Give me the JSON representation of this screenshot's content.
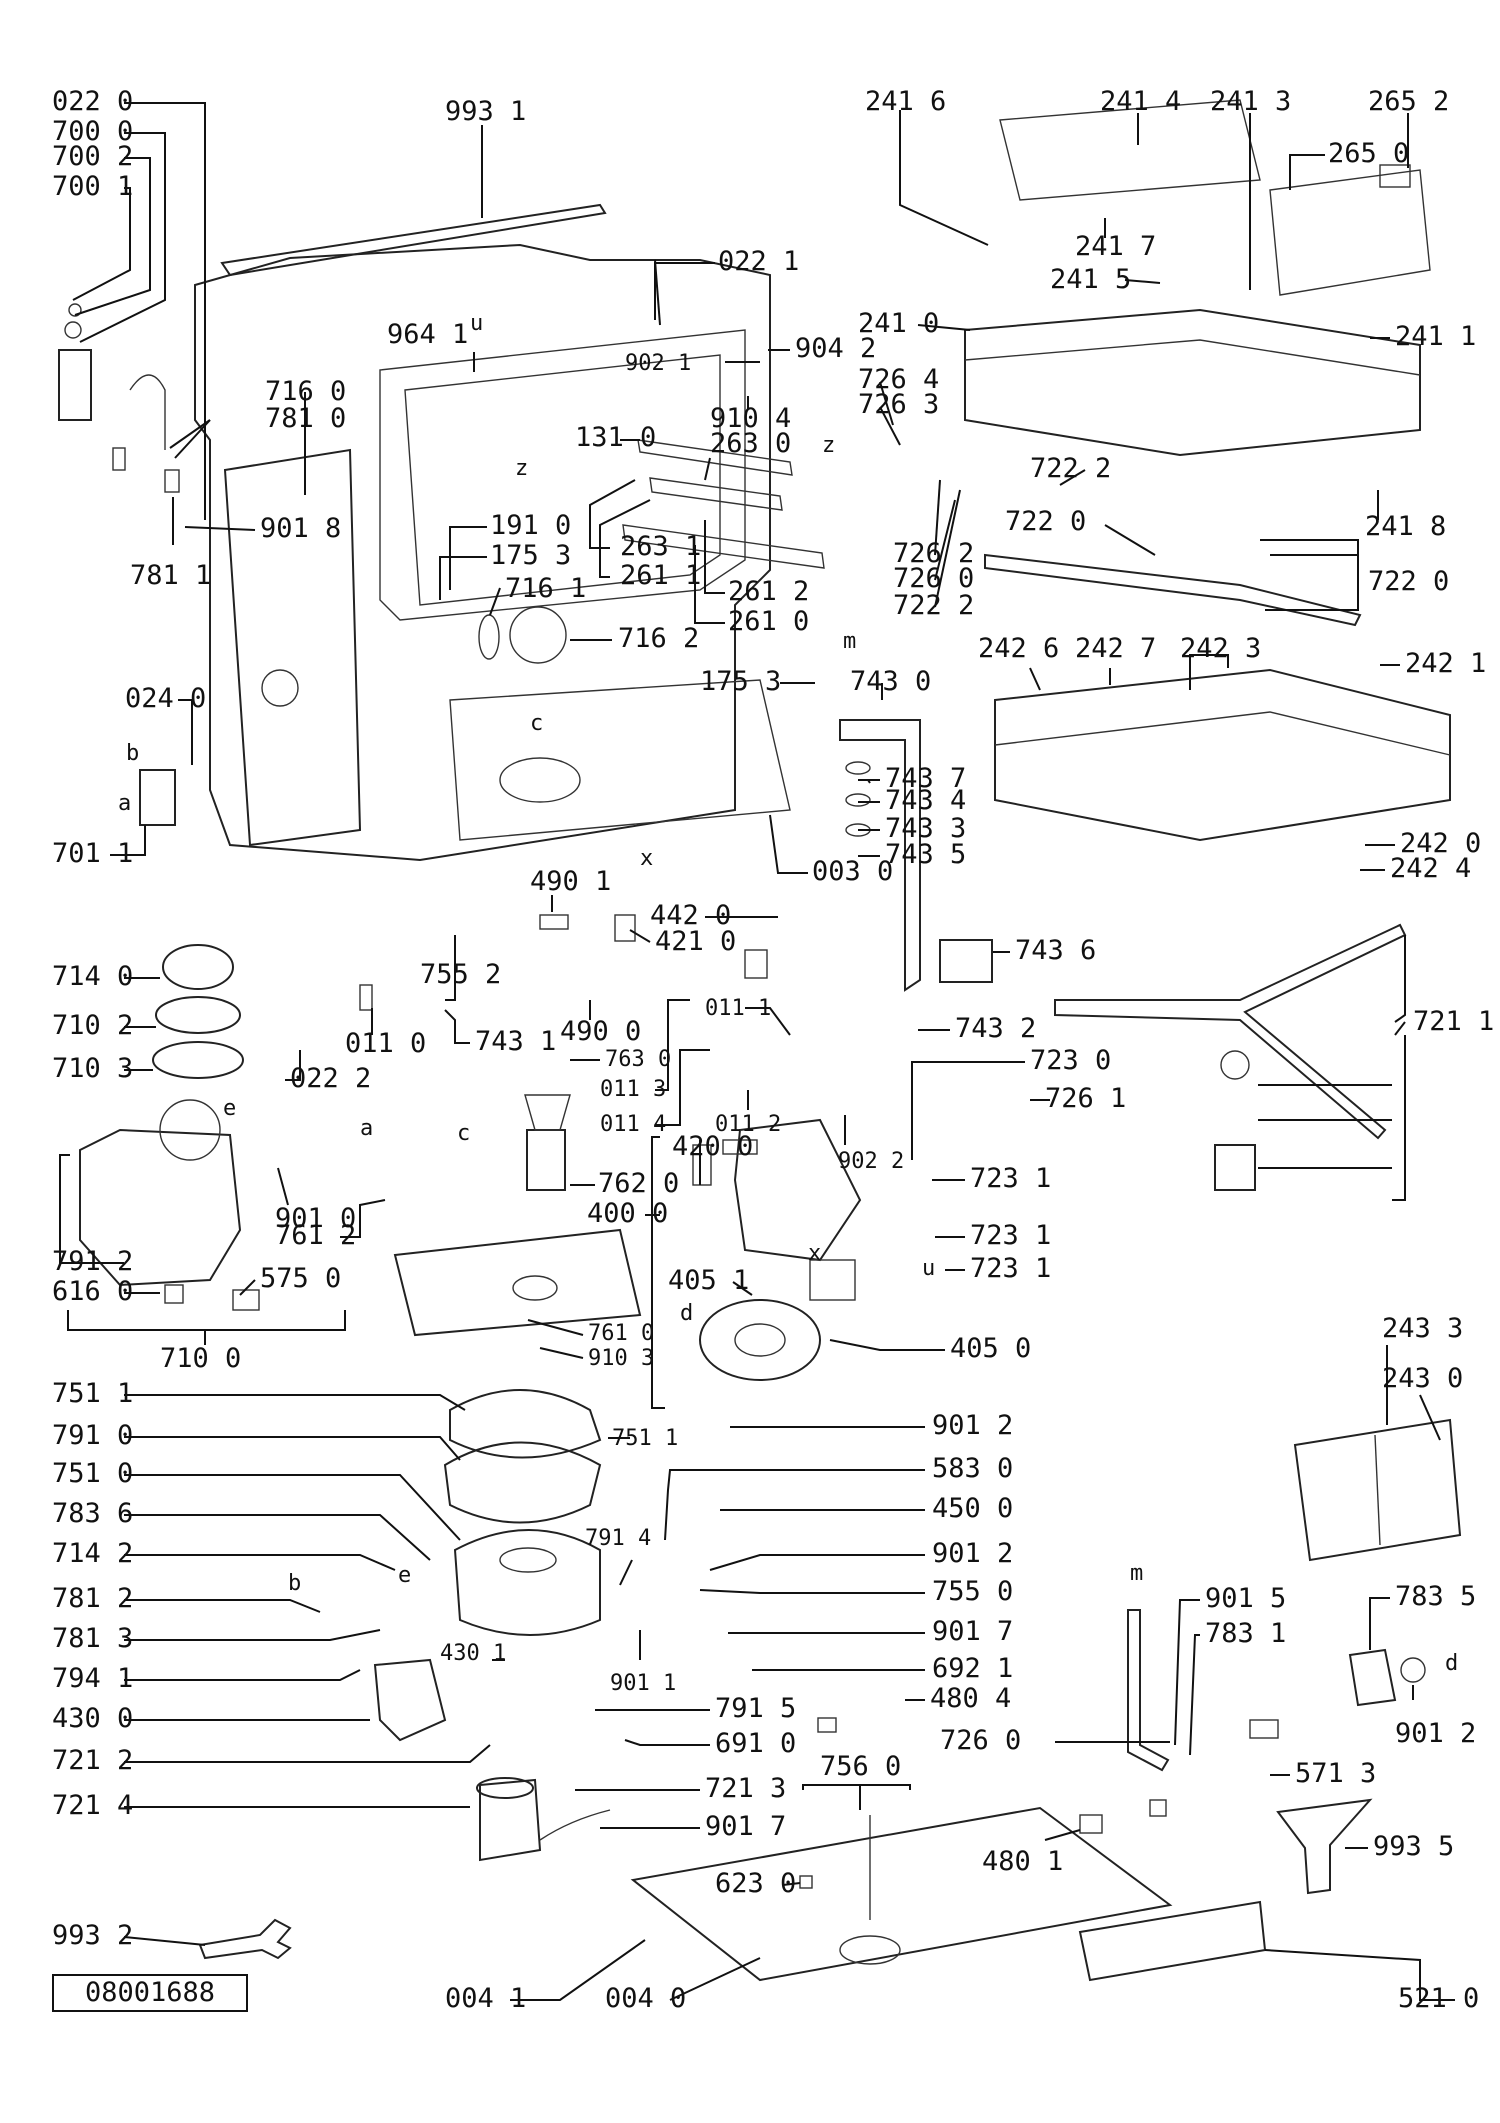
{
  "diagram": {
    "callouts": {
      "c0220": "022 0",
      "c7000": "700 0",
      "c7002": "700 2",
      "c7001": "700 1",
      "c9931": "993 1",
      "c0221": "022 1",
      "c9641": "964 1",
      "c9021": "902 1",
      "c9042": "904 2",
      "c9104": "910 4",
      "c1310": "131 0",
      "c2630": "263 0",
      "c7160": "716 0",
      "c7810": "781 0",
      "c9018": "901 8",
      "c7811": "781 1",
      "c1910": "191 0",
      "c1753a": "175 3",
      "c2631": "263 1",
      "c2611": "261 1",
      "c2612": "261 2",
      "c2610": "261 0",
      "c7161": "716 1",
      "c7162": "716 2",
      "c1753b": "175 3",
      "c0240": "024 0",
      "c7011": "701 1",
      "c0030": "003 0",
      "c2416": "241 6",
      "c2414": "241 4",
      "c2413": "241 3",
      "c2652": "265 2",
      "c2650": "265 0",
      "c2417": "241 7",
      "c2415": "241 5",
      "c2410": "241 0",
      "c2411": "241 1",
      "c7264": "726 4",
      "c7263": "726 3",
      "c7222a": "722 2",
      "c7220a": "722 0",
      "c2418": "241 8",
      "c7220b": "722 0",
      "c7262": "726 2",
      "c7260a": "726 0",
      "c7222b": "722 2",
      "c2426": "242 6",
      "c2427": "242 7",
      "c2423": "242 3",
      "c2421": "242 1",
      "c2420": "242 0",
      "c2424": "242 4",
      "c7430": "743 0",
      "c7437": "743 7",
      "c7434": "743 4",
      "c7433": "743 3",
      "c7435": "743 5",
      "c7436": "743 6",
      "c7432": "743 2",
      "c7211": "721 1",
      "c4901": "490 1",
      "c4420": "442 0",
      "c4210": "421 0",
      "c7552": "755 2",
      "c7431": "743 1",
      "c4900": "490 0",
      "c0111": "011 1",
      "c0110": "011 0",
      "c0222": "022 2",
      "c7630": "763 0",
      "c0113": "011 3",
      "c0114": "011 4",
      "c0112": "011 2",
      "c7230": "723 0",
      "c7261": "726 1",
      "c7231a": "723 1",
      "c7231b": "723 1",
      "c7231c": "723 1",
      "c7140": "714 0",
      "c7102": "710 2",
      "c7103": "710 3",
      "c9022": "902 2",
      "c4200": "420 0",
      "c4000": "400 0",
      "c9010": "901 0",
      "c7612": "761 2",
      "c7620": "762 0",
      "c7912": "791 2",
      "c6160": "616 0",
      "c5750": "575 0",
      "c7100": "710 0",
      "c4051": "405 1",
      "c4050": "405 0",
      "c7610": "761 0",
      "c9103": "910 3",
      "c7511a": "751 1",
      "c7511b": "751 1",
      "c7910": "791 0",
      "c7510": "751 0",
      "c7836": "783 6",
      "c7142": "714 2",
      "c7812": "781 2",
      "c7813": "781 3",
      "c7941": "794 1",
      "c4300": "430 0",
      "c7212": "721 2",
      "c7214": "721 4",
      "c4301": "430 1",
      "c9012a": "901 2",
      "c5830": "583 0",
      "c4500": "450 0",
      "c9012b": "901 2",
      "c7914": "791 4",
      "c7550": "755 0",
      "c9017a": "901 7",
      "c6921": "692 1",
      "c9011": "901 1",
      "c7915": "791 5",
      "c6910": "691 0",
      "c4804": "480 4",
      "c7213": "721 3",
      "c9017b": "901 7",
      "c7560": "756 0",
      "c7260b": "726 0",
      "c9015": "901 5",
      "c7831": "783 1",
      "c7835": "783 5",
      "c9012c": "901 2",
      "c5713": "571 3",
      "c2433": "243 3",
      "c2430": "243 0",
      "c4801": "480 1",
      "c6230": "623 0",
      "c9935": "993 5",
      "c9932": "993 2",
      "c0041": "004 1",
      "c0040": "004 0",
      "c5210": "521 0"
    },
    "letters": {
      "a1": "a",
      "b1": "b",
      "a2": "a",
      "b2": "b",
      "c1": "c",
      "c2": "c",
      "d1": "d",
      "d2": "d",
      "e1": "e",
      "e2": "e",
      "x1": "x",
      "x2": "x",
      "z1": "z",
      "z2": "z",
      "m1": "m",
      "m2": "m",
      "u1": "u",
      "u2": "u"
    },
    "document_number": "08001688"
  }
}
